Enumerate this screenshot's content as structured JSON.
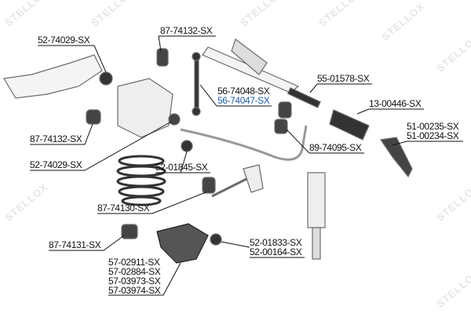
{
  "watermark": "STELLOX",
  "colors": {
    "text": "#111111",
    "link": "#1f5fa8",
    "parts": "#6b6b6b"
  },
  "labels": {
    "top_bushing": "87-74132-SX",
    "top_ball_joint": "52-74029-SX",
    "stab_link_a": "56-74048-SX",
    "stab_link_b": "56-74047-SX",
    "tie_rod": "55-01578-SX",
    "boot": "13-00446-SX",
    "tie_rod_end_a": "51-00235-SX",
    "tie_rod_end_b": "51-00234-SX",
    "left_bushing": "87-74132-SX",
    "stab_bushing": "89-74095-SX",
    "left_ball_joint": "52-74029-SX",
    "ball_joint_2": "52-01845-SX",
    "bushing_3": "87-74130-SX",
    "bushing_4": "87-74131-SX",
    "lower_ball_a": "52-01833-SX",
    "lower_ball_b": "52-00164-SX",
    "arm_a": "57-02911-SX",
    "arm_b": "57-02884-SX",
    "arm_c": "57-03973-SX",
    "arm_d": "57-03974-SX"
  }
}
